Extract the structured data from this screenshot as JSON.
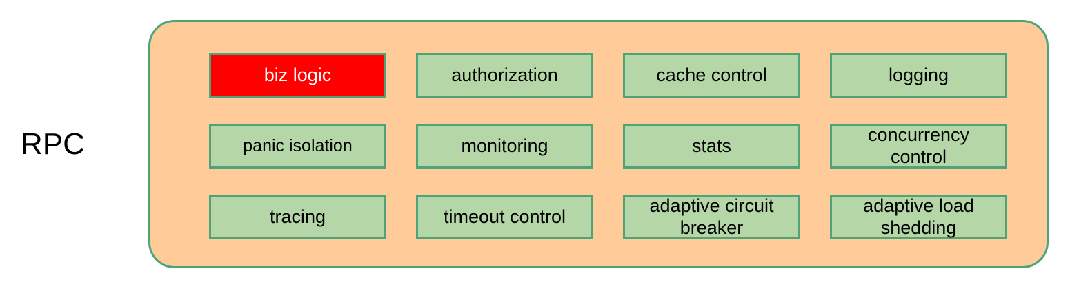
{
  "diagram": {
    "side_label": "RPC",
    "container": {
      "fill_color": "#ffcc99",
      "border_color": "#4ea47a"
    },
    "box_colors": {
      "default_fill": "#b5d6a7",
      "default_text": "#000000",
      "highlight_fill": "#ff0000",
      "highlight_text": "#ffffff",
      "border": "#4ea47a"
    },
    "modules": [
      {
        "label": "biz logic",
        "lines": [
          "biz logic"
        ],
        "highlighted": true
      },
      {
        "label": "authorization",
        "lines": [
          "authorization"
        ],
        "highlighted": false
      },
      {
        "label": "cache control",
        "lines": [
          "cache control"
        ],
        "highlighted": false
      },
      {
        "label": "logging",
        "lines": [
          "logging"
        ],
        "highlighted": false
      },
      {
        "label": "panic isolation",
        "lines": [
          "panic isolation"
        ],
        "highlighted": false
      },
      {
        "label": "monitoring",
        "lines": [
          "monitoring"
        ],
        "highlighted": false
      },
      {
        "label": "stats",
        "lines": [
          "stats"
        ],
        "highlighted": false
      },
      {
        "label": "concurrency control",
        "lines": [
          "concurrency",
          "control"
        ],
        "highlighted": false
      },
      {
        "label": "tracing",
        "lines": [
          "tracing"
        ],
        "highlighted": false
      },
      {
        "label": "timeout control",
        "lines": [
          "timeout control"
        ],
        "highlighted": false
      },
      {
        "label": "adaptive circuit breaker",
        "lines": [
          "adaptive circuit",
          "breaker"
        ],
        "highlighted": false
      },
      {
        "label": "adaptive load shedding",
        "lines": [
          "adaptive load",
          "shedding"
        ],
        "highlighted": false
      }
    ]
  }
}
